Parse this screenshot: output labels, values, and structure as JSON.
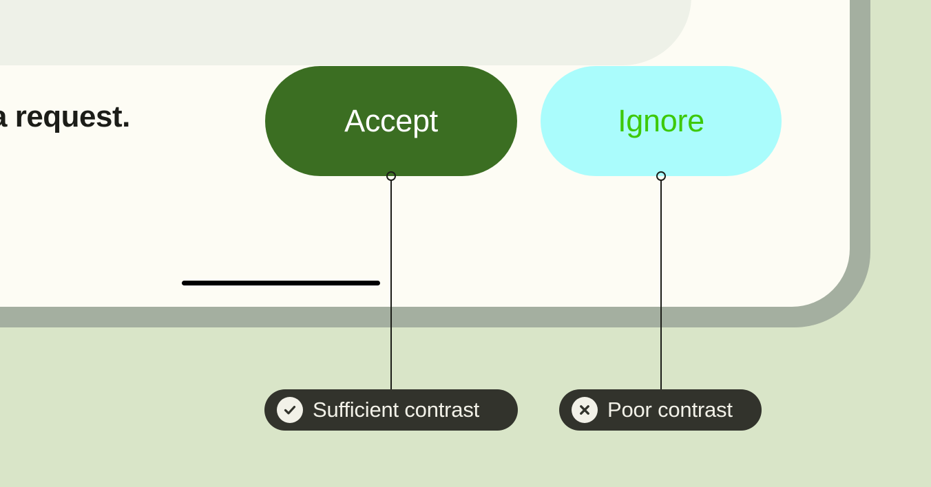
{
  "screen": {
    "background_color": "#d9e5c8",
    "frame_color": "#a4afa0",
    "surface_color": "#fdfcf4",
    "panel_color": "#eef1e8"
  },
  "message": {
    "text": "a request."
  },
  "actions": [
    {
      "id": "accept",
      "label": "Accept",
      "background_color": "#3b6e22",
      "text_color": "#ffffff",
      "contrast_rating": "sufficient"
    },
    {
      "id": "ignore",
      "label": "Ignore",
      "background_color": "#aafcfc",
      "text_color": "#3dc90a",
      "contrast_rating": "poor"
    }
  ],
  "annotations": [
    {
      "id": "sufficient",
      "label": "Sufficient contrast",
      "icon": "check-circle-icon",
      "pill_color": "#32332c",
      "text_color": "#f2f1e8"
    },
    {
      "id": "poor",
      "label": "Poor contrast",
      "icon": "x-circle-icon",
      "pill_color": "#32332c",
      "text_color": "#f2f1e8"
    }
  ],
  "home_indicator": {
    "color": "#000000"
  }
}
